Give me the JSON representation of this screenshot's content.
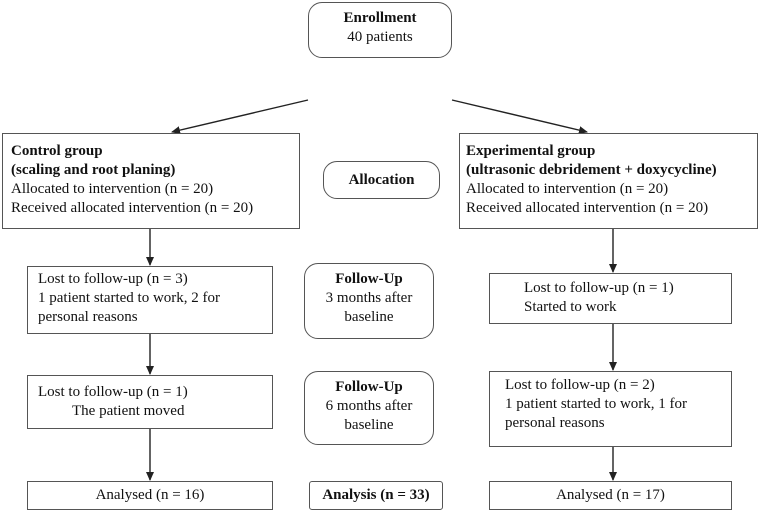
{
  "enrollment": {
    "title": "Enrollment",
    "count": "40 patients"
  },
  "control": {
    "title_line1": "Control group",
    "title_line2": "(scaling and root planing)",
    "allocated": "Allocated to intervention (n = 20)",
    "received": "Received allocated intervention (n = 20)",
    "lost1_line1": "Lost to follow-up (n = 3)",
    "lost1_line2": "1 patient started to work, 2 for",
    "lost1_line3": "personal reasons",
    "lost2_line1": "Lost to follow-up (n = 1)",
    "lost2_line2": "The patient moved",
    "analysed": "Analysed (n = 16)"
  },
  "experimental": {
    "title_line1": "Experimental group",
    "title_line2": "(ultrasonic debridement + doxycycline)",
    "allocated": "Allocated to intervention (n = 20)",
    "received": "Received allocated intervention (n = 20)",
    "lost1_line1": "Lost to follow-up (n = 1)",
    "lost1_line2": "Started to work",
    "lost2_line1": "Lost to follow-up (n = 2)",
    "lost2_line2": "1 patient started to work, 1 for",
    "lost2_line3": "personal reasons",
    "analysed": "Analysed (n = 17)"
  },
  "stages": {
    "allocation": "Allocation",
    "followup1_title": "Follow-Up",
    "followup1_line2": "3 months after",
    "followup1_line3": "baseline",
    "followup2_title": "Follow-Up",
    "followup2_line2": "6 months after",
    "followup2_line3": "baseline",
    "analysis": "Analysis (n = 33)"
  }
}
